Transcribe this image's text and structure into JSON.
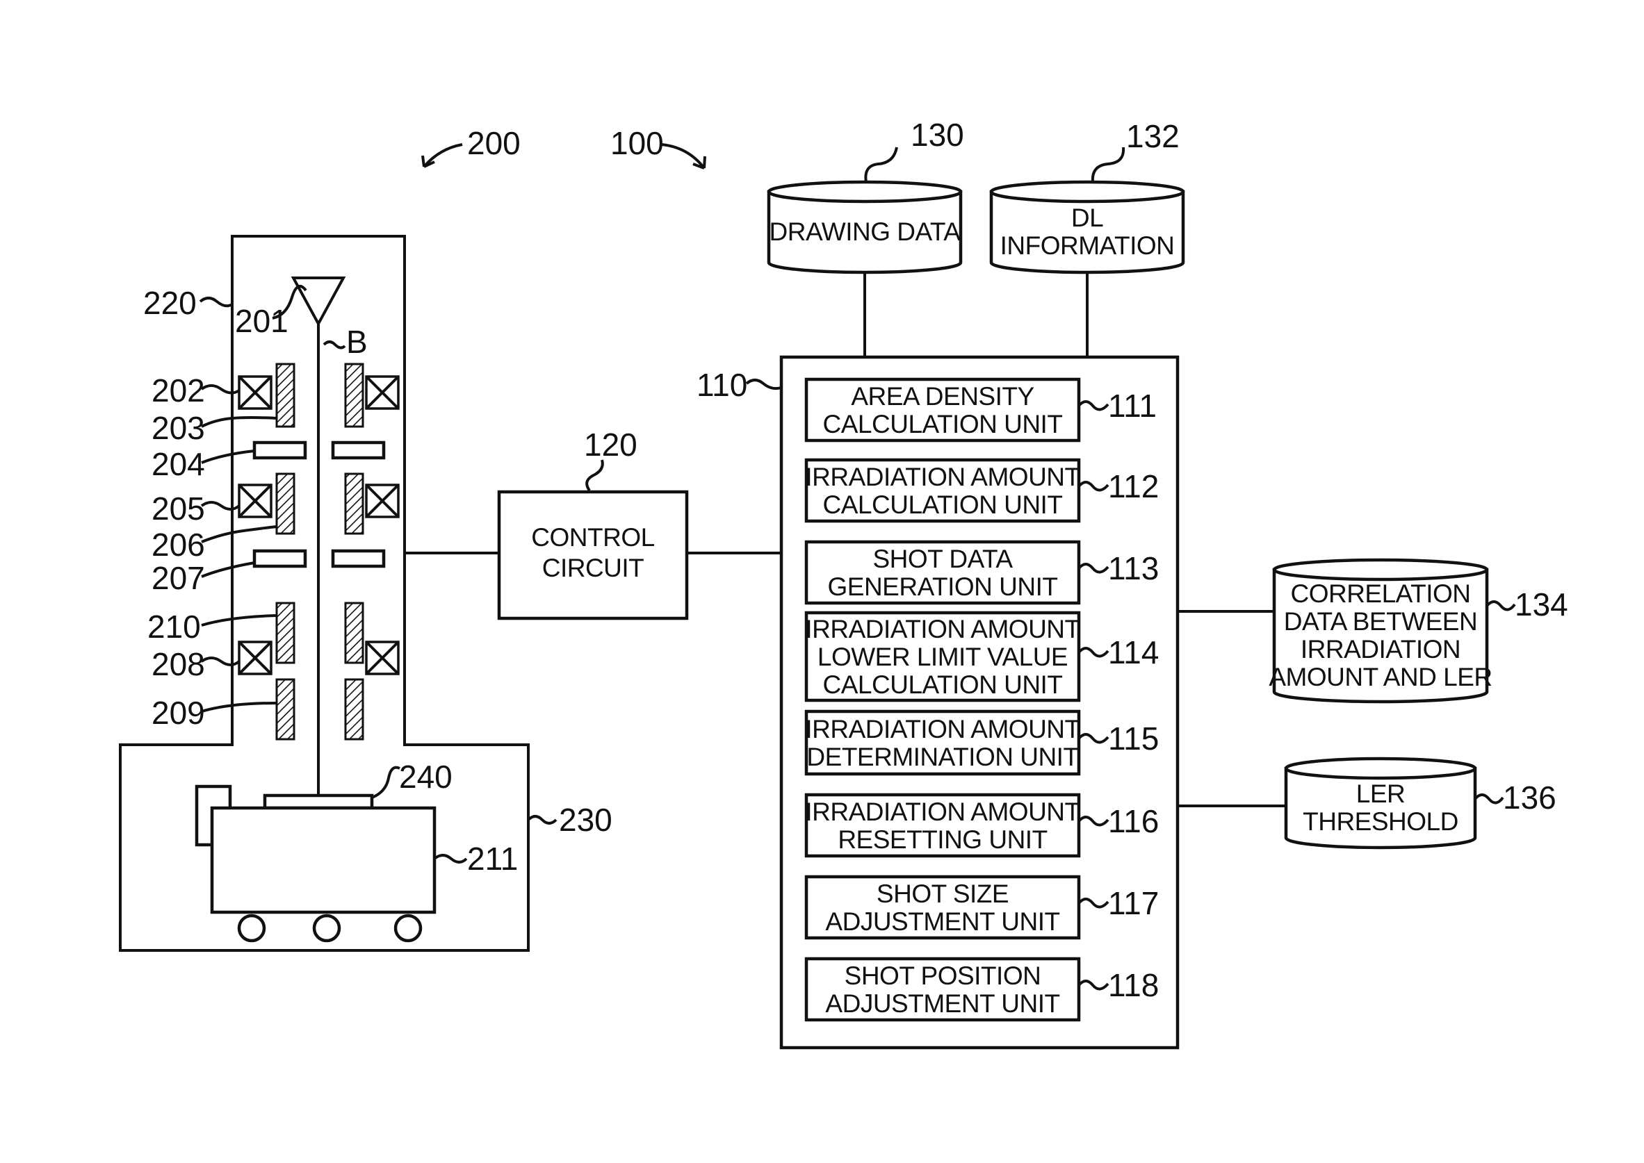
{
  "figure": {
    "apparatus_refs": {
      "writing_unit": "200",
      "control_unit": "100"
    },
    "column": {
      "chamber_ref": "220",
      "gun_ref": "201",
      "beam_label": "B",
      "lens_202": "202",
      "lens_203": "203",
      "lens_204": "204",
      "lens_205": "205",
      "lens_206": "206",
      "lens_207": "207",
      "lens_210": "210",
      "lens_208": "208",
      "lens_209": "209",
      "writing_chamber_ref": "230",
      "stage_ref": "211",
      "target_ref": "240"
    },
    "control_circuit": {
      "ref": "120",
      "line1": "CONTROL",
      "line2": "CIRCUIT"
    },
    "storage_top": [
      {
        "ref": "130",
        "lines": [
          "DRAWING DATA"
        ]
      },
      {
        "ref": "132",
        "lines": [
          "DL",
          "INFORMATION"
        ]
      }
    ],
    "computer": {
      "ref": "110",
      "units": [
        {
          "ref": "111",
          "lines": [
            "AREA DENSITY",
            "CALCULATION UNIT"
          ]
        },
        {
          "ref": "112",
          "lines": [
            "IRRADIATION AMOUNT",
            "CALCULATION UNIT"
          ]
        },
        {
          "ref": "113",
          "lines": [
            "SHOT DATA",
            "GENERATION UNIT"
          ]
        },
        {
          "ref": "114",
          "lines": [
            "IRRADIATION AMOUNT",
            "LOWER LIMIT VALUE",
            "CALCULATION UNIT"
          ]
        },
        {
          "ref": "115",
          "lines": [
            "IRRADIATION AMOUNT",
            "DETERMINATION UNIT"
          ]
        },
        {
          "ref": "116",
          "lines": [
            "IRRADIATION AMOUNT",
            "RESETTING UNIT"
          ]
        },
        {
          "ref": "117",
          "lines": [
            "SHOT SIZE",
            "ADJUSTMENT UNIT"
          ]
        },
        {
          "ref": "118",
          "lines": [
            "SHOT POSITION",
            "ADJUSTMENT UNIT"
          ]
        }
      ]
    },
    "storage_side": [
      {
        "ref": "134",
        "lines": [
          "CORRELATION",
          "DATA BETWEEN",
          "IRRADIATION",
          "AMOUNT AND LER"
        ]
      },
      {
        "ref": "136",
        "lines": [
          "LER",
          "THRESHOLD"
        ]
      }
    ]
  }
}
